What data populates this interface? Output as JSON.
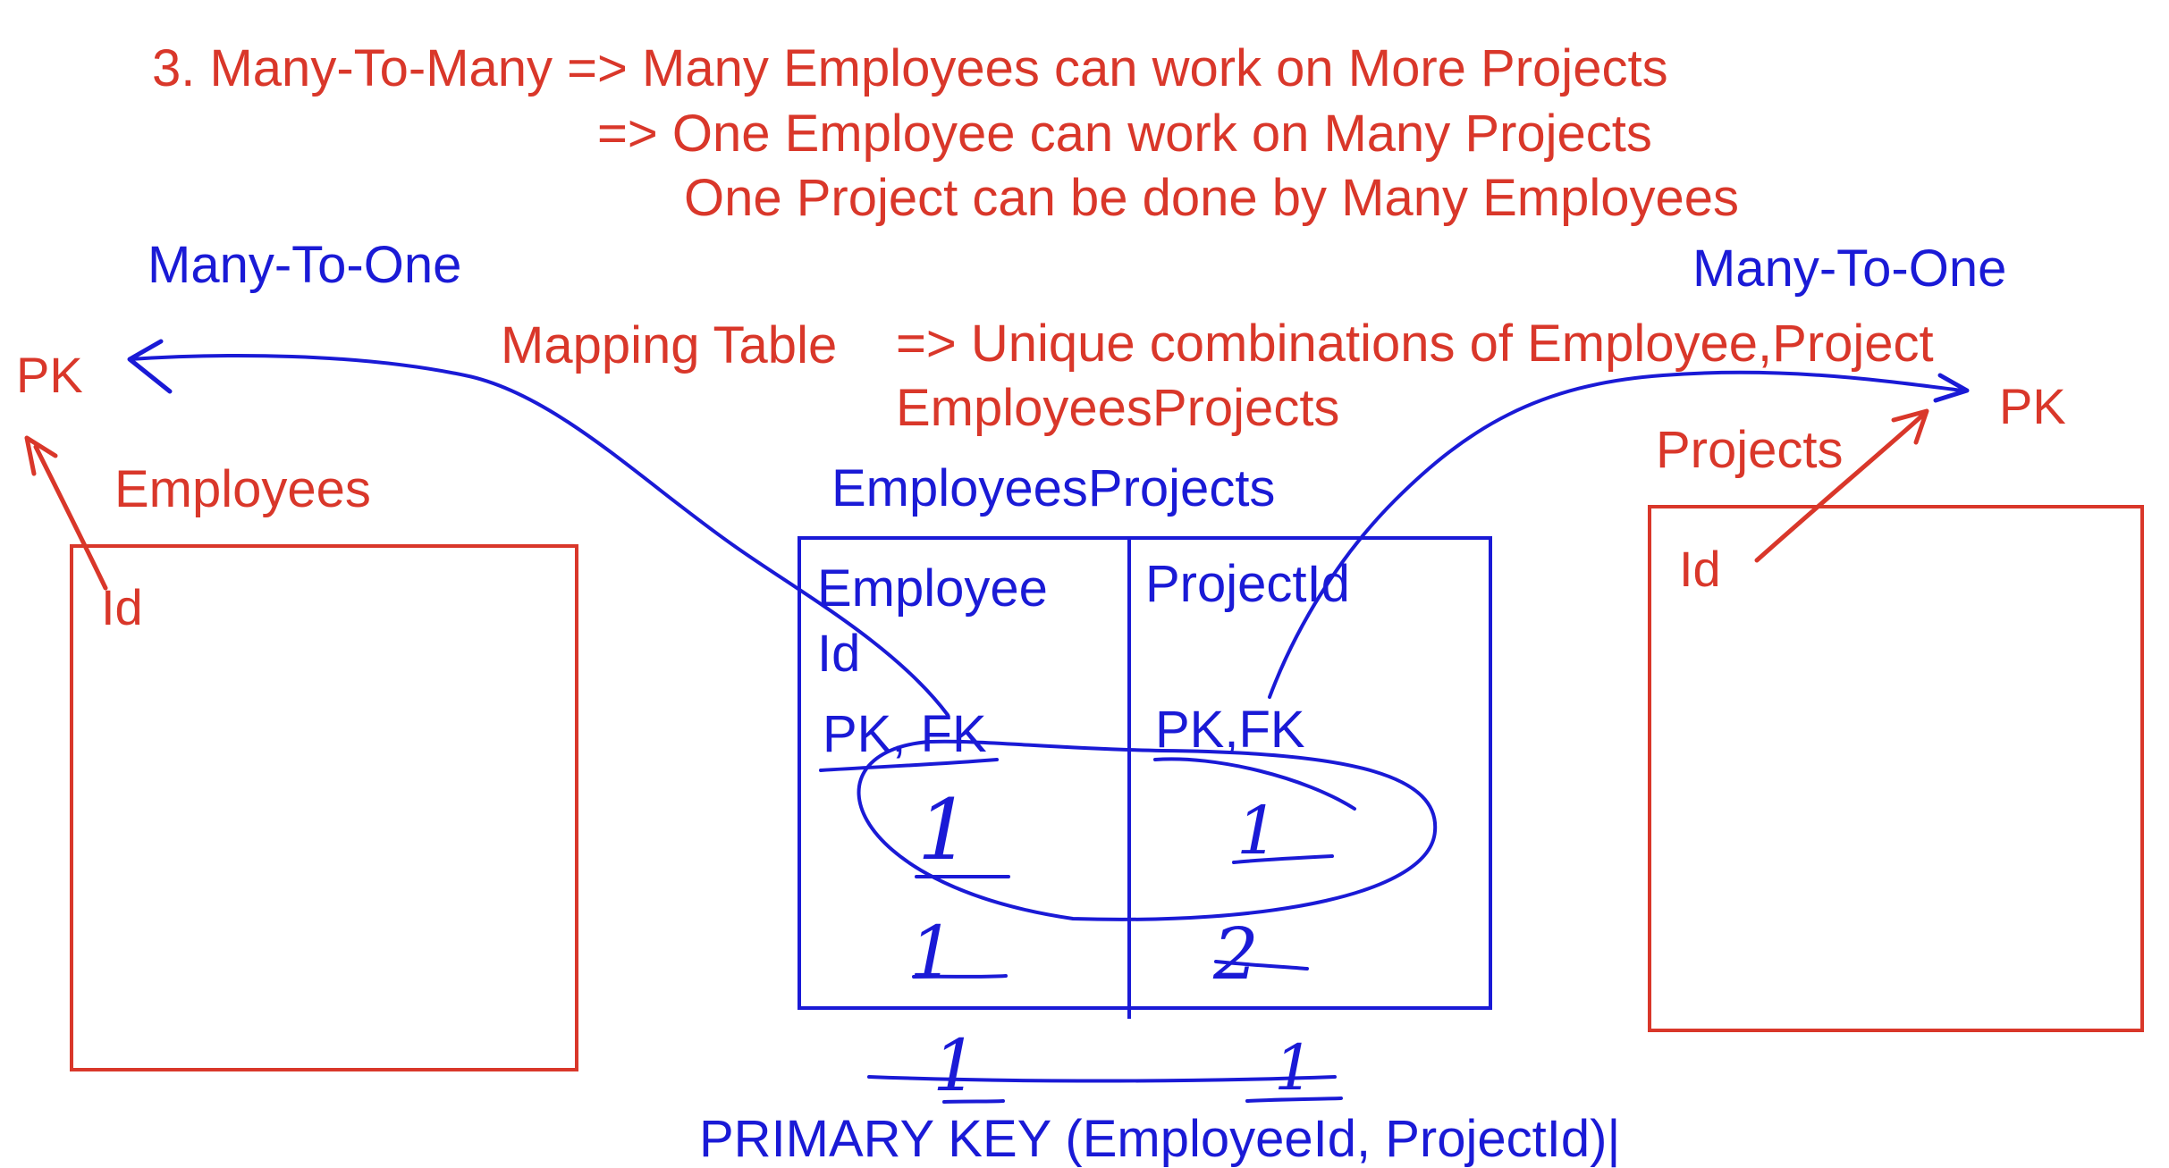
{
  "heading": {
    "line1": "3. Many-To-Many => Many Employees can work on More Projects",
    "line2": "=> One Employee can work on Many Projects",
    "line3": "One Project can be done by Many Employees"
  },
  "relations": {
    "left": "Many-To-One",
    "right": "Many-To-One"
  },
  "mapping": {
    "label": "Mapping Table",
    "description": "=> Unique combinations of Employee,Project",
    "name": "EmployeesProjects"
  },
  "employees_table": {
    "title": "Employees",
    "column": "Id",
    "pk_label": "PK"
  },
  "projects_table": {
    "title": "Projects",
    "column": "Id",
    "pk_label": "PK"
  },
  "join_table": {
    "title": "EmployeesProjects",
    "col1_line1": "Employee",
    "col1_line2": "Id",
    "col2": "ProjectId",
    "col1_key": "PK, FK",
    "col2_key": "PK,FK",
    "rows": [
      [
        "1",
        "1"
      ],
      [
        "1",
        "2"
      ]
    ]
  },
  "primary_key": {
    "marks": [
      "1",
      "1"
    ],
    "statement": "PRIMARY KEY (EmployeeId, ProjectId)|"
  },
  "colors": {
    "red": "#d9372a",
    "blue": "#1a1ad6"
  }
}
